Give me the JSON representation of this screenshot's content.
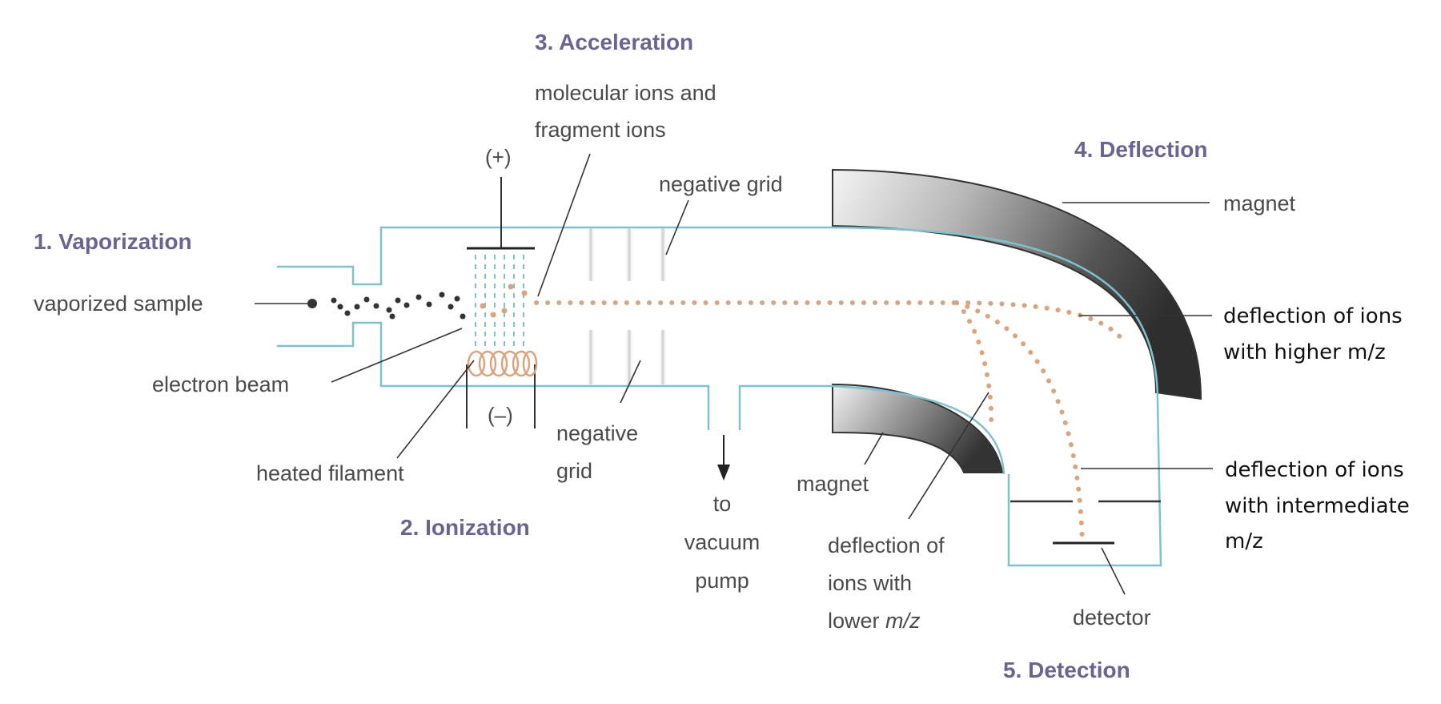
{
  "steps": {
    "vaporization": "1. Vaporization",
    "ionization": "2. Ionization",
    "acceleration": "3. Acceleration",
    "deflection": "4. Deflection",
    "detection": "5. Detection"
  },
  "labels": {
    "vaporized_sample": "vaporized sample",
    "electron_beam": "electron beam",
    "heated_filament": "heated filament",
    "plus": "(+)",
    "minus": "(–)",
    "molecular_ions_line1": "molecular ions and",
    "molecular_ions_line2": "fragment ions",
    "negative_grid_top": "negative grid",
    "negative_grid_bottom_line1": "negative",
    "negative_grid_bottom_line2": "grid",
    "vacuum_line1": "to",
    "vacuum_line2": "vacuum",
    "vacuum_line3": "pump",
    "magnet_top": "magnet",
    "magnet_bottom": "magnet",
    "lower_line1": "deflection of",
    "lower_line2": "ions with",
    "lower_line3_prefix": "lower ",
    "lower_line3_italic": "m/z",
    "detector": "detector",
    "higher_line1": "deflection of ions",
    "higher_line2": "with higher m/z",
    "intermediate_line1": "deflection of ions",
    "intermediate_line2": "with intermediate",
    "intermediate_line3": "m/z"
  },
  "colors": {
    "step_heading": "#6a6492",
    "label_text": "#4a4a4a",
    "chamber_wall": "#7fc1cf",
    "ion_path": "#d9a57e",
    "filament": "#d9a57e",
    "magnet_dark": "#3a3a3a"
  }
}
